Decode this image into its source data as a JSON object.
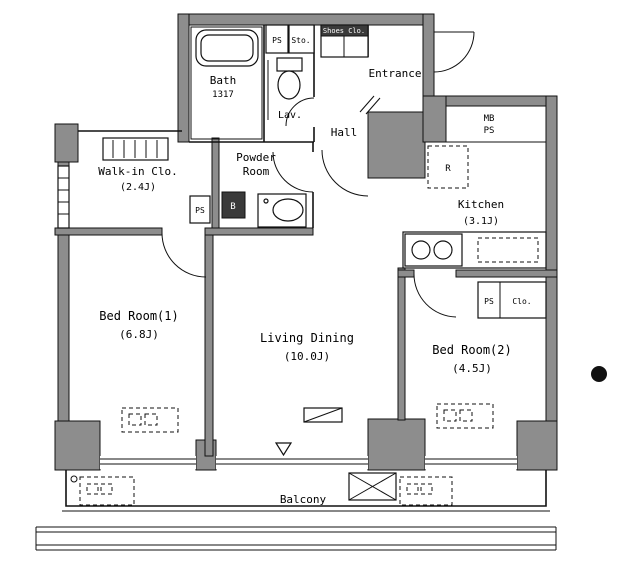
{
  "type": "apartment-floor-plan",
  "rooms": {
    "bath": {
      "name": "Bath",
      "size": "1317"
    },
    "lav": {
      "name": "Lav."
    },
    "entrance": {
      "name": "Entrance"
    },
    "hall": {
      "name": "Hall"
    },
    "powder_room": {
      "line1": "Powder",
      "line2": "Room"
    },
    "walk_in_closet": {
      "name": "Walk-in Clo.",
      "size": "(2.4J)"
    },
    "kitchen": {
      "name": "Kitchen",
      "size": "(3.1J)"
    },
    "bedroom1": {
      "name": "Bed Room(1)",
      "size": "(6.8J)"
    },
    "living_dining": {
      "name": "Living Dining",
      "size": "(10.0J)"
    },
    "bedroom2": {
      "name": "Bed Room(2)",
      "size": "(4.5J)"
    },
    "balcony": {
      "name": "Balcony"
    }
  },
  "small_labels": {
    "ps_top": "PS",
    "storage": "Sto.",
    "shoes_closet": "Shoes Clo.",
    "meter_box": "MB",
    "pipe_space_right": "PS",
    "refrigerator": "R",
    "boiler": "B",
    "ps_powder": "PS",
    "ps_bedroom2": "PS",
    "closet_bedroom2": "Clo."
  },
  "colors": {
    "wall_fill": "#8d8d8d",
    "line": "#111111",
    "background": "#ffffff"
  }
}
